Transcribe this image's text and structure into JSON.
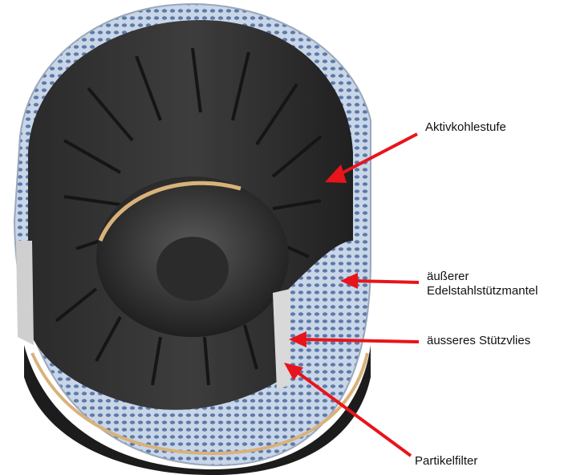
{
  "labels": {
    "activated_carbon": "Aktivkohlestufe",
    "outer_steel_line1": "äußerer",
    "outer_steel_line2": "Edelstahlstützmantel",
    "outer_fleece": "äusseres Stützvlies",
    "particle_filter": "Partikelfilter"
  },
  "colors": {
    "arrow": "#e8141b",
    "carbon_stage": "#3a3a3a",
    "steel_mesh": "#8ea6c6",
    "fleece": "#d9d9d9",
    "support_ring": "#d9b27a"
  }
}
